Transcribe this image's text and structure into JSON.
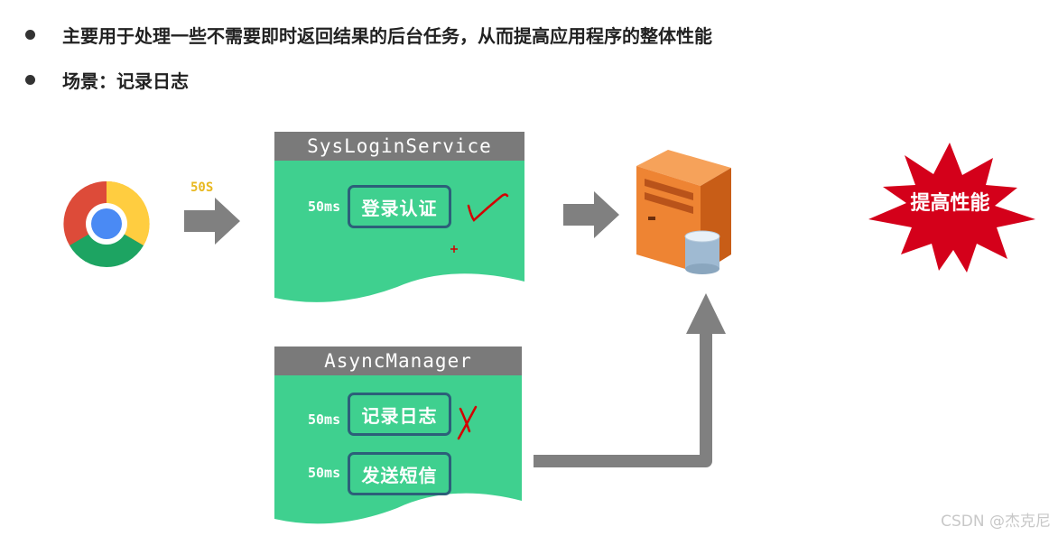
{
  "bullets": [
    "主要用于处理一些不需要即时返回结果的后台任务，从而提高应用程序的整体性能",
    "场景：记录日志"
  ],
  "browser_icon": "chrome-icon",
  "request_label": "50S",
  "login_service": {
    "title": "SysLoginService",
    "tasks": [
      {
        "time": "50ms",
        "label": "登录认证"
      }
    ]
  },
  "async_manager": {
    "title": "AsyncManager",
    "tasks": [
      {
        "time": "50ms",
        "label": "记录日志"
      },
      {
        "time": "50ms",
        "label": "发送短信"
      }
    ]
  },
  "server_icon": "server-database-icon",
  "burst_label": "提高性能",
  "watermark": "CSDN @杰克尼",
  "colors": {
    "panel_green": "#3fd08f",
    "title_gray": "#7a7a7a",
    "arrow_gray": "#808080",
    "burst_red": "#d4001a",
    "annotation_red": "#d40000"
  }
}
